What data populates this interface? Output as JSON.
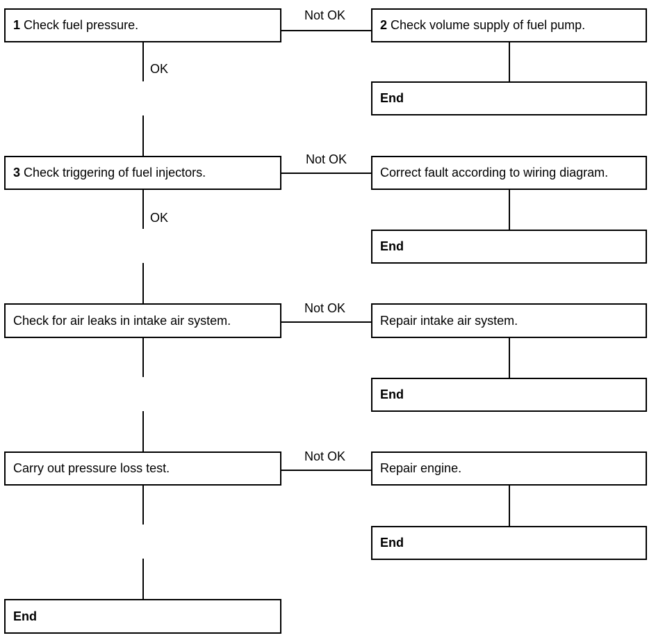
{
  "flow": {
    "left": [
      {
        "num": "1",
        "text": "Check fuel pressure."
      },
      {
        "num": "3",
        "text": "Check triggering of fuel injectors."
      },
      {
        "num": "",
        "text": "Check for air leaks in intake air system."
      },
      {
        "num": "",
        "text": "Carry out pressure loss test."
      },
      {
        "num": "",
        "text": "End"
      }
    ],
    "right": [
      {
        "num": "2",
        "text": "Check volume supply of fuel pump."
      },
      {
        "num": "",
        "text": "Correct fault according to wiring diagram."
      },
      {
        "num": "",
        "text": "Repair intake air system."
      },
      {
        "num": "",
        "text": "Repair engine."
      }
    ],
    "end_label": "End",
    "not_ok_label": "Not OK",
    "ok_label": "OK"
  }
}
